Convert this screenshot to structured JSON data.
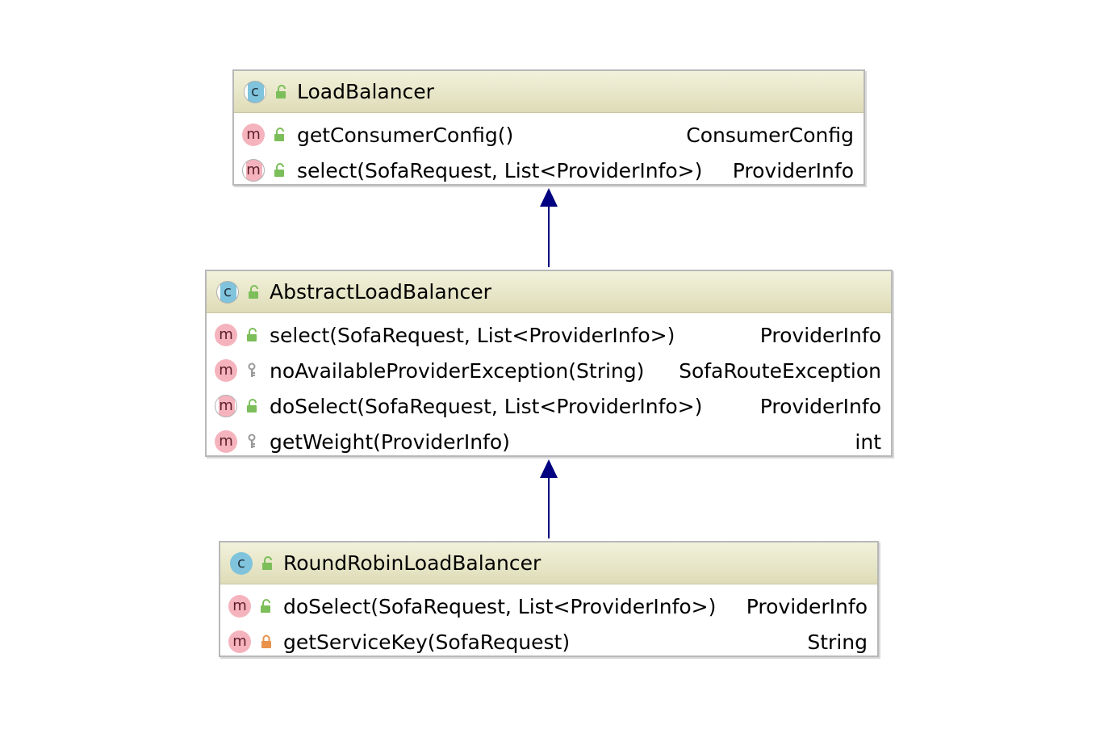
{
  "colors": {
    "header_gradient_top": "#f2f2dc",
    "header_gradient_bottom": "#dedcb7",
    "class_icon": "#7fc3dc",
    "method_icon": "#f5b3bd",
    "public_icon": "#7cbe5a",
    "protected_icon": "#9a9a9a",
    "private_icon": "#e8924a",
    "arrow": "#000080"
  },
  "classes": [
    {
      "name": "LoadBalancer",
      "kind_icon": "abstract-class-icon",
      "kind_letter": "c",
      "visibility_icon": "public-icon",
      "members": [
        {
          "signature": "getConsumerConfig()",
          "type": "ConsumerConfig",
          "kind_icon": "method-icon",
          "kind_letter": "m",
          "visibility_icon": "public-icon"
        },
        {
          "signature": "select(SofaRequest, List<ProviderInfo>)",
          "type": "ProviderInfo",
          "kind_icon": "abstract-method-icon",
          "kind_letter": "m",
          "visibility_icon": "public-icon"
        }
      ]
    },
    {
      "name": "AbstractLoadBalancer",
      "kind_icon": "abstract-class-icon",
      "kind_letter": "c",
      "visibility_icon": "public-icon",
      "members": [
        {
          "signature": "select(SofaRequest, List<ProviderInfo>)",
          "type": "ProviderInfo",
          "kind_icon": "method-icon",
          "kind_letter": "m",
          "visibility_icon": "public-icon"
        },
        {
          "signature": "noAvailableProviderException(String)",
          "type": "SofaRouteException",
          "kind_icon": "method-icon",
          "kind_letter": "m",
          "visibility_icon": "protected-icon"
        },
        {
          "signature": "doSelect(SofaRequest, List<ProviderInfo>)",
          "type": "ProviderInfo",
          "kind_icon": "abstract-method-icon",
          "kind_letter": "m",
          "visibility_icon": "public-icon"
        },
        {
          "signature": "getWeight(ProviderInfo)",
          "type": "int",
          "kind_icon": "method-icon",
          "kind_letter": "m",
          "visibility_icon": "protected-icon"
        }
      ]
    },
    {
      "name": "RoundRobinLoadBalancer",
      "kind_icon": "class-icon",
      "kind_letter": "c",
      "visibility_icon": "public-icon",
      "members": [
        {
          "signature": "doSelect(SofaRequest, List<ProviderInfo>)",
          "type": "ProviderInfo",
          "kind_icon": "method-icon",
          "kind_letter": "m",
          "visibility_icon": "public-icon"
        },
        {
          "signature": "getServiceKey(SofaRequest)",
          "type": "String",
          "kind_icon": "method-icon",
          "kind_letter": "m",
          "visibility_icon": "private-icon"
        }
      ]
    }
  ],
  "relations": [
    {
      "from": "AbstractLoadBalancer",
      "to": "LoadBalancer",
      "kind": "inheritance"
    },
    {
      "from": "RoundRobinLoadBalancer",
      "to": "AbstractLoadBalancer",
      "kind": "inheritance"
    }
  ]
}
